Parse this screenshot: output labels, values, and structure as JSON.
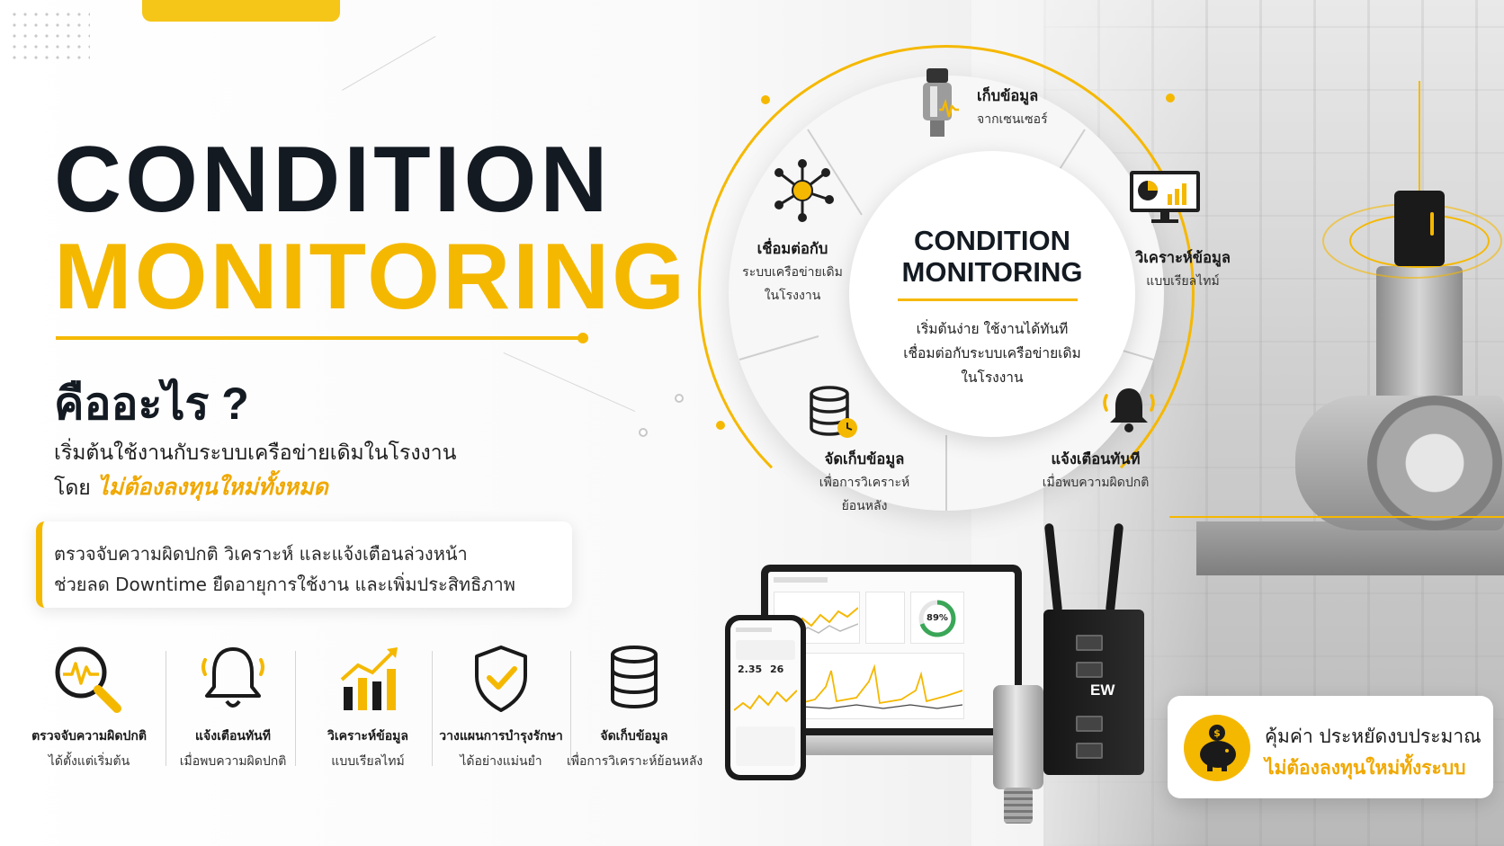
{
  "headline": {
    "line1": "CONDITION",
    "line2": "MONITORING",
    "question": "คืออะไร ?",
    "subtitle_line1": "เริ่มต้นใช้งานกับระบบเครือข่ายเดิมในโรงงาน",
    "subtitle_line2_prefix": "โดย ",
    "subtitle_line2_highlight": "ไม่ต้องลงทุนใหม่ทั้งหมด"
  },
  "info_box": {
    "line1": "ตรวจจับความผิดปกติ วิเคราะห์ และแจ้งเตือนล่วงหน้า",
    "line2": "ช่วยลด Downtime ยืดอายุการใช้งาน และเพิ่มประสิทธิภาพ"
  },
  "features": [
    {
      "icon": "magnifier-pulse-icon",
      "title": "ตรวจจับความผิดปกติ",
      "subtitle": "ได้ตั้งแต่เริ่มต้น"
    },
    {
      "icon": "bell-icon",
      "title": "แจ้งเตือนทันที",
      "subtitle": "เมื่อพบความผิดปกติ"
    },
    {
      "icon": "bar-chart-growth-icon",
      "title": "วิเคราะห์ข้อมูล",
      "subtitle": "แบบเรียลไทม์"
    },
    {
      "icon": "shield-check-icon",
      "title": "วางแผนการบำรุงรักษา",
      "subtitle": "ได้อย่างแม่นยำ"
    },
    {
      "icon": "database-icon",
      "title": "จัดเก็บข้อมูล",
      "subtitle": "เพื่อการวิเคราะห์ย้อนหลัง"
    }
  ],
  "wheel": {
    "hub_title_line1": "CONDITION",
    "hub_title_line2": "MONITORING",
    "hub_sub_line1": "เริ่มต้นง่าย ใช้งานได้ทันที",
    "hub_sub_line2": "เชื่อมต่อกับระบบเครือข่ายเดิม",
    "hub_sub_line3": "ในโรงงาน",
    "segments": [
      {
        "icon": "sensor-icon",
        "title": "เก็บข้อมูล",
        "sub1": "จากเซนเซอร์",
        "sub2": ""
      },
      {
        "icon": "monitor-chart-icon",
        "title": "วิเคราะห์ข้อมูล",
        "sub1": "แบบเรียลไทม์",
        "sub2": ""
      },
      {
        "icon": "alarm-bell-icon",
        "title": "แจ้งเตือนทันที",
        "sub1": "เมื่อพบความผิดปกติ",
        "sub2": ""
      },
      {
        "icon": "database-clock-icon",
        "title": "จัดเก็บข้อมูล",
        "sub1": "เพื่อการวิเคราะห์",
        "sub2": "ย้อนหลัง"
      },
      {
        "icon": "network-nodes-icon",
        "title": "เชื่อมต่อกับ",
        "sub1": "ระบบเครือข่ายเดิม",
        "sub2": "ในโรงงาน"
      }
    ]
  },
  "devices": {
    "phone_value1": "2.35",
    "phone_value2": "26",
    "laptop_gauge": "89%",
    "gateway_logo": "EW"
  },
  "savings": {
    "icon": "piggy-bank-icon",
    "line1": "คุ้มค่า ประหยัดงบประมาณ",
    "line2": "ไม่ต้องลงทุนใหม่ทั้งระบบ"
  },
  "colors": {
    "accent": "#f5b800",
    "dark": "#141a22"
  }
}
